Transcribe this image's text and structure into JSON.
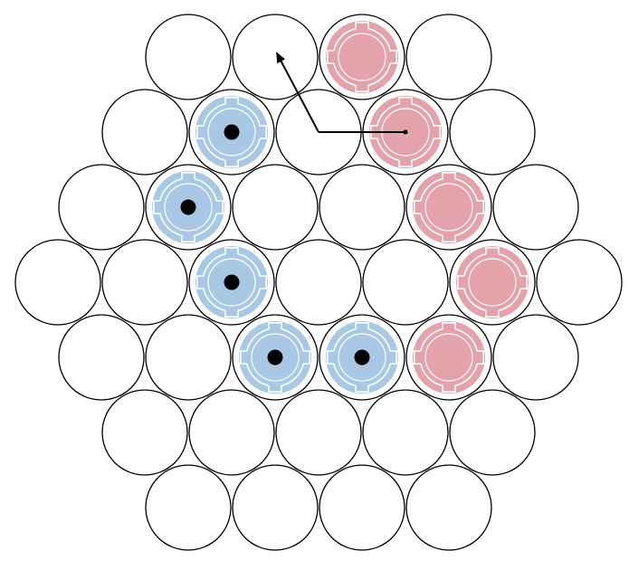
{
  "diagram": {
    "kind": "hexagonal-circle-lattice",
    "rows": [
      4,
      5,
      6,
      7,
      6,
      5,
      4
    ],
    "colors": {
      "background": "#ffffff",
      "circle_stroke": "#000000",
      "blue_fill": "#a9c8e6",
      "red_fill": "#e4a2aa",
      "notch_stroke": "#ffffff",
      "dot": "#000000",
      "arrow": "#000000"
    },
    "marked_cells": [
      {
        "row": 0,
        "col": 2,
        "type": "red",
        "dot": false
      },
      {
        "row": 1,
        "col": 1,
        "type": "blue",
        "dot": true
      },
      {
        "row": 1,
        "col": 3,
        "type": "red",
        "dot": false
      },
      {
        "row": 2,
        "col": 1,
        "type": "blue",
        "dot": true
      },
      {
        "row": 2,
        "col": 4,
        "type": "red",
        "dot": false
      },
      {
        "row": 3,
        "col": 2,
        "type": "blue",
        "dot": true
      },
      {
        "row": 3,
        "col": 5,
        "type": "red",
        "dot": false
      },
      {
        "row": 4,
        "col": 2,
        "type": "blue",
        "dot": true
      },
      {
        "row": 4,
        "col": 3,
        "type": "blue",
        "dot": true
      },
      {
        "row": 4,
        "col": 4,
        "type": "red",
        "dot": false
      }
    ],
    "arrow": {
      "from": {
        "row": 1,
        "col": 3
      },
      "to": {
        "row": 0,
        "col": 1
      },
      "via": "horizontal-then-diagonal"
    }
  }
}
